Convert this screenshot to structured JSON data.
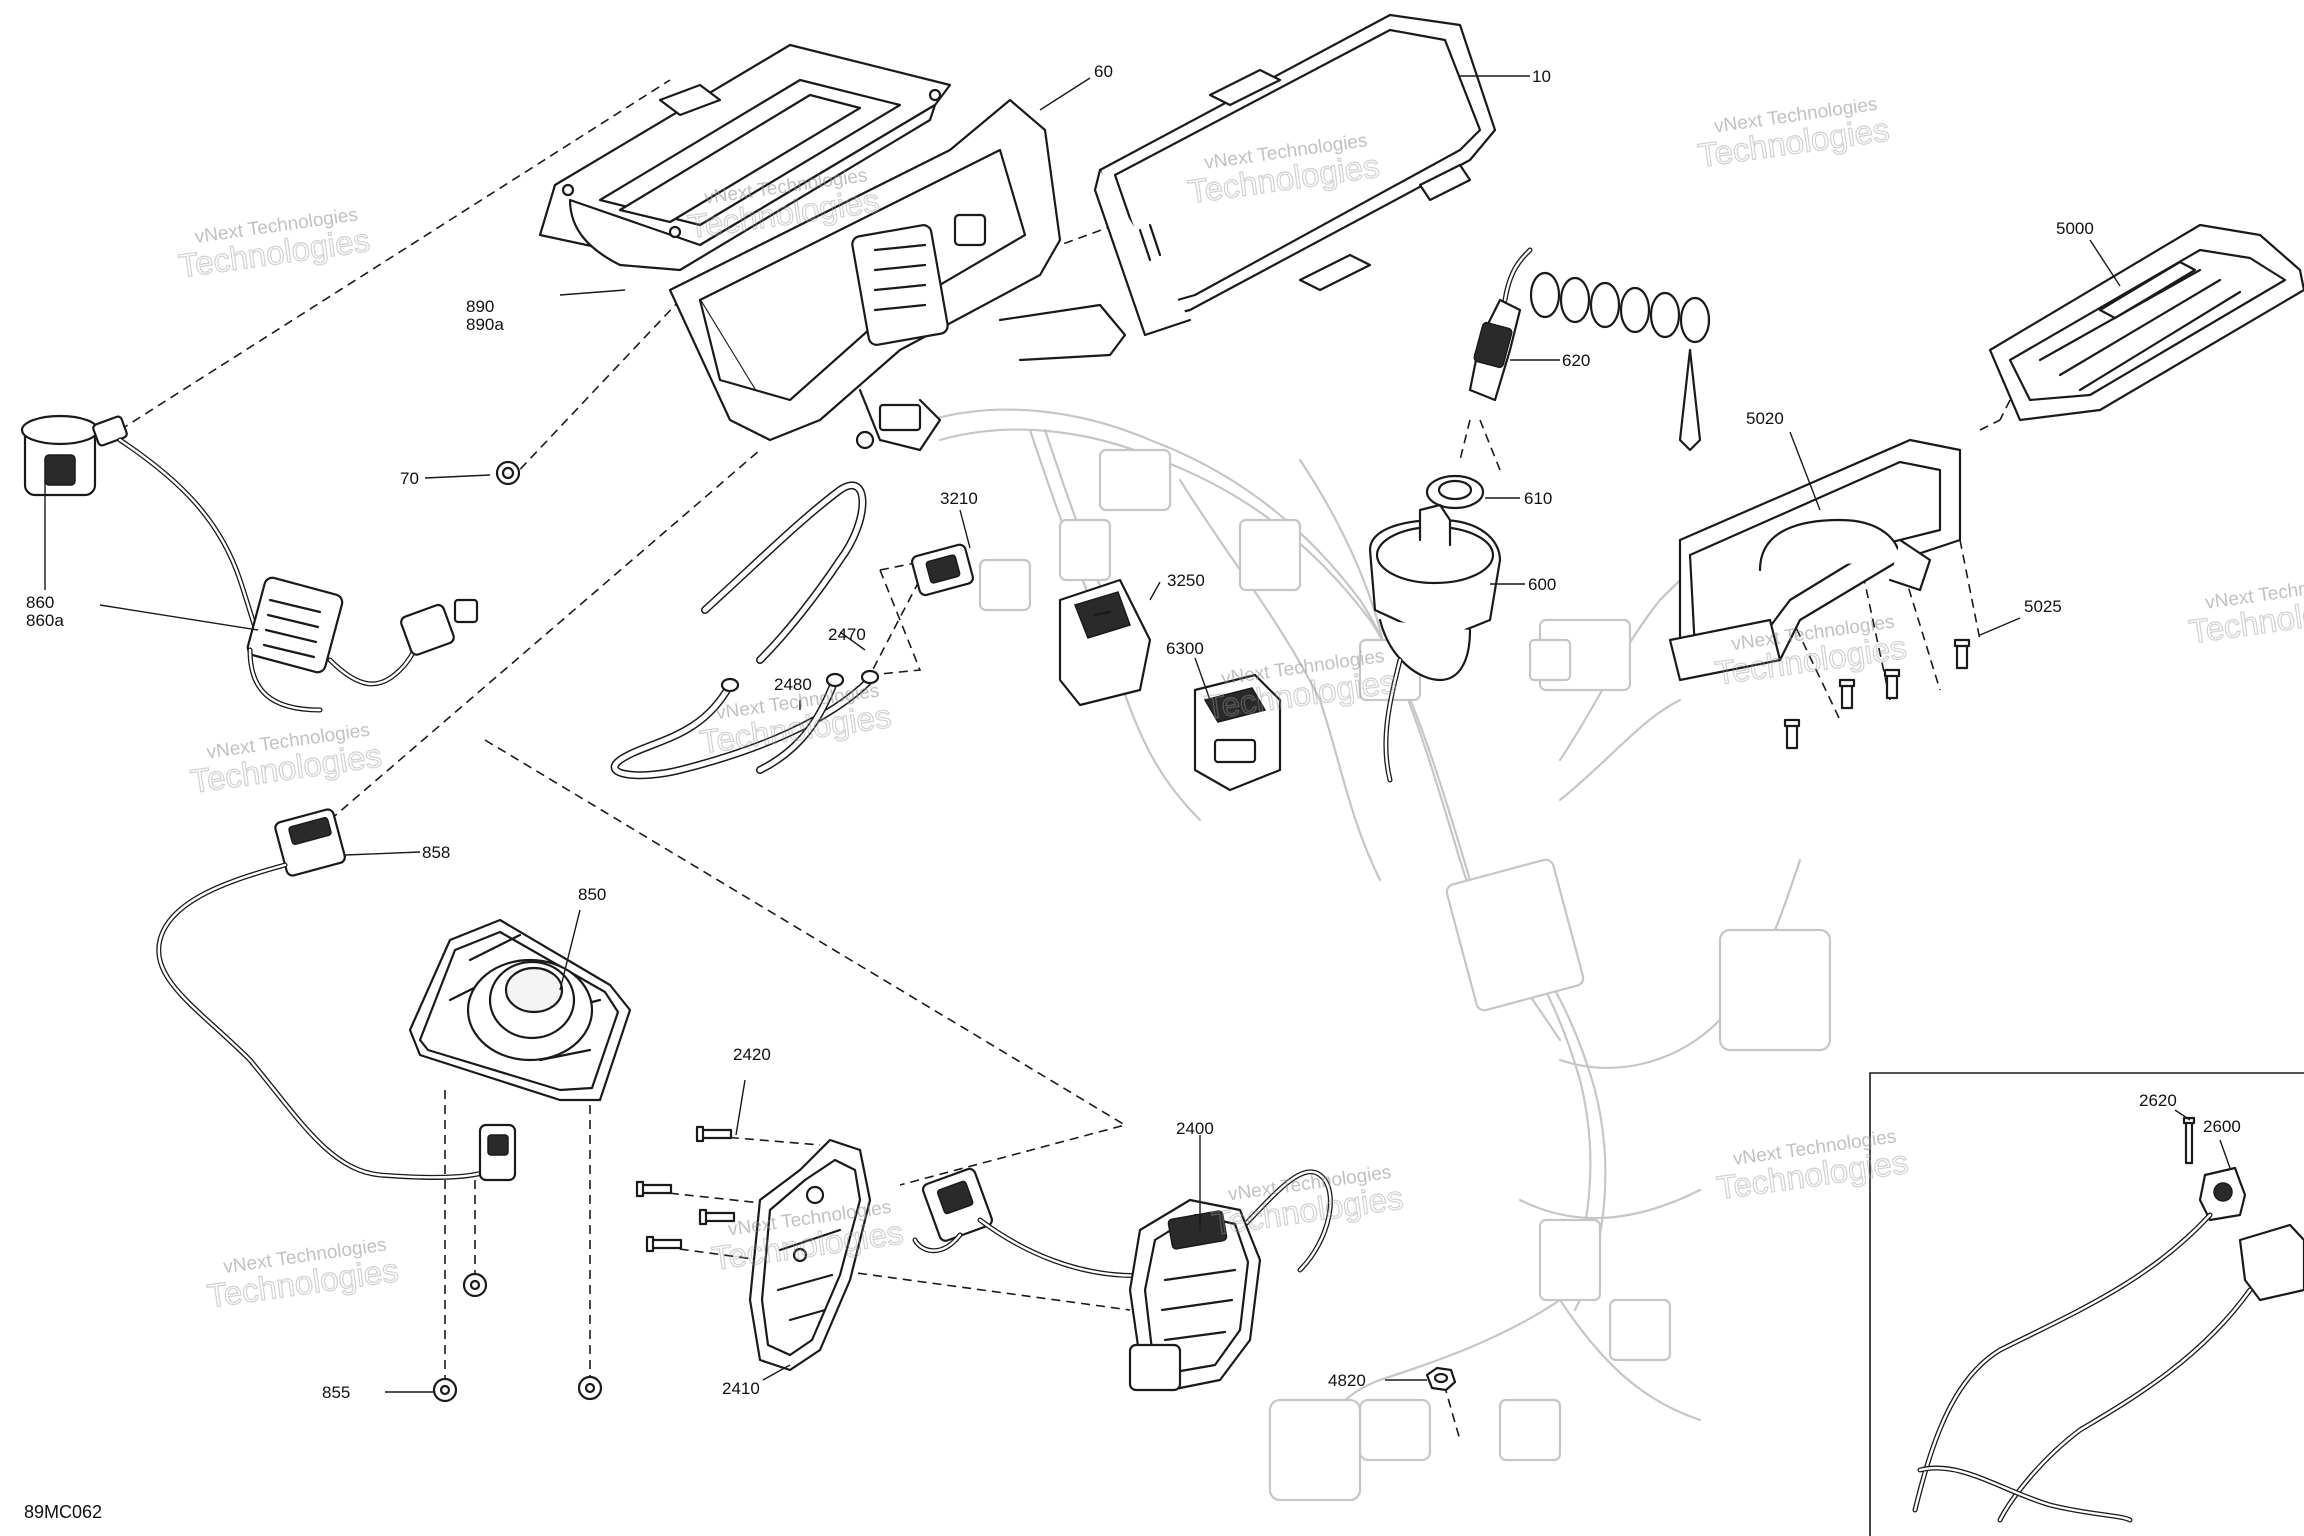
{
  "diagram_code": "89MC062",
  "watermark": {
    "line1": "vNext Technologies",
    "line2": "Technologies"
  },
  "callouts": {
    "c10": "10",
    "c60": "60",
    "c70": "70",
    "c600": "600",
    "c610": "610",
    "c620": "620",
    "c850": "850",
    "c855": "855",
    "c858": "858",
    "c860": "860",
    "c860a": "860a",
    "c890": "890",
    "c890a": "890a",
    "c2400": "2400",
    "c2410": "2410",
    "c2420": "2420",
    "c2470": "2470",
    "c2480": "2480",
    "c2600": "2600",
    "c2620": "2620",
    "c3210": "3210",
    "c3250": "3250",
    "c4820": "4820",
    "c5000": "5000",
    "c5020": "5020",
    "c5025": "5025",
    "c6300": "6300"
  }
}
